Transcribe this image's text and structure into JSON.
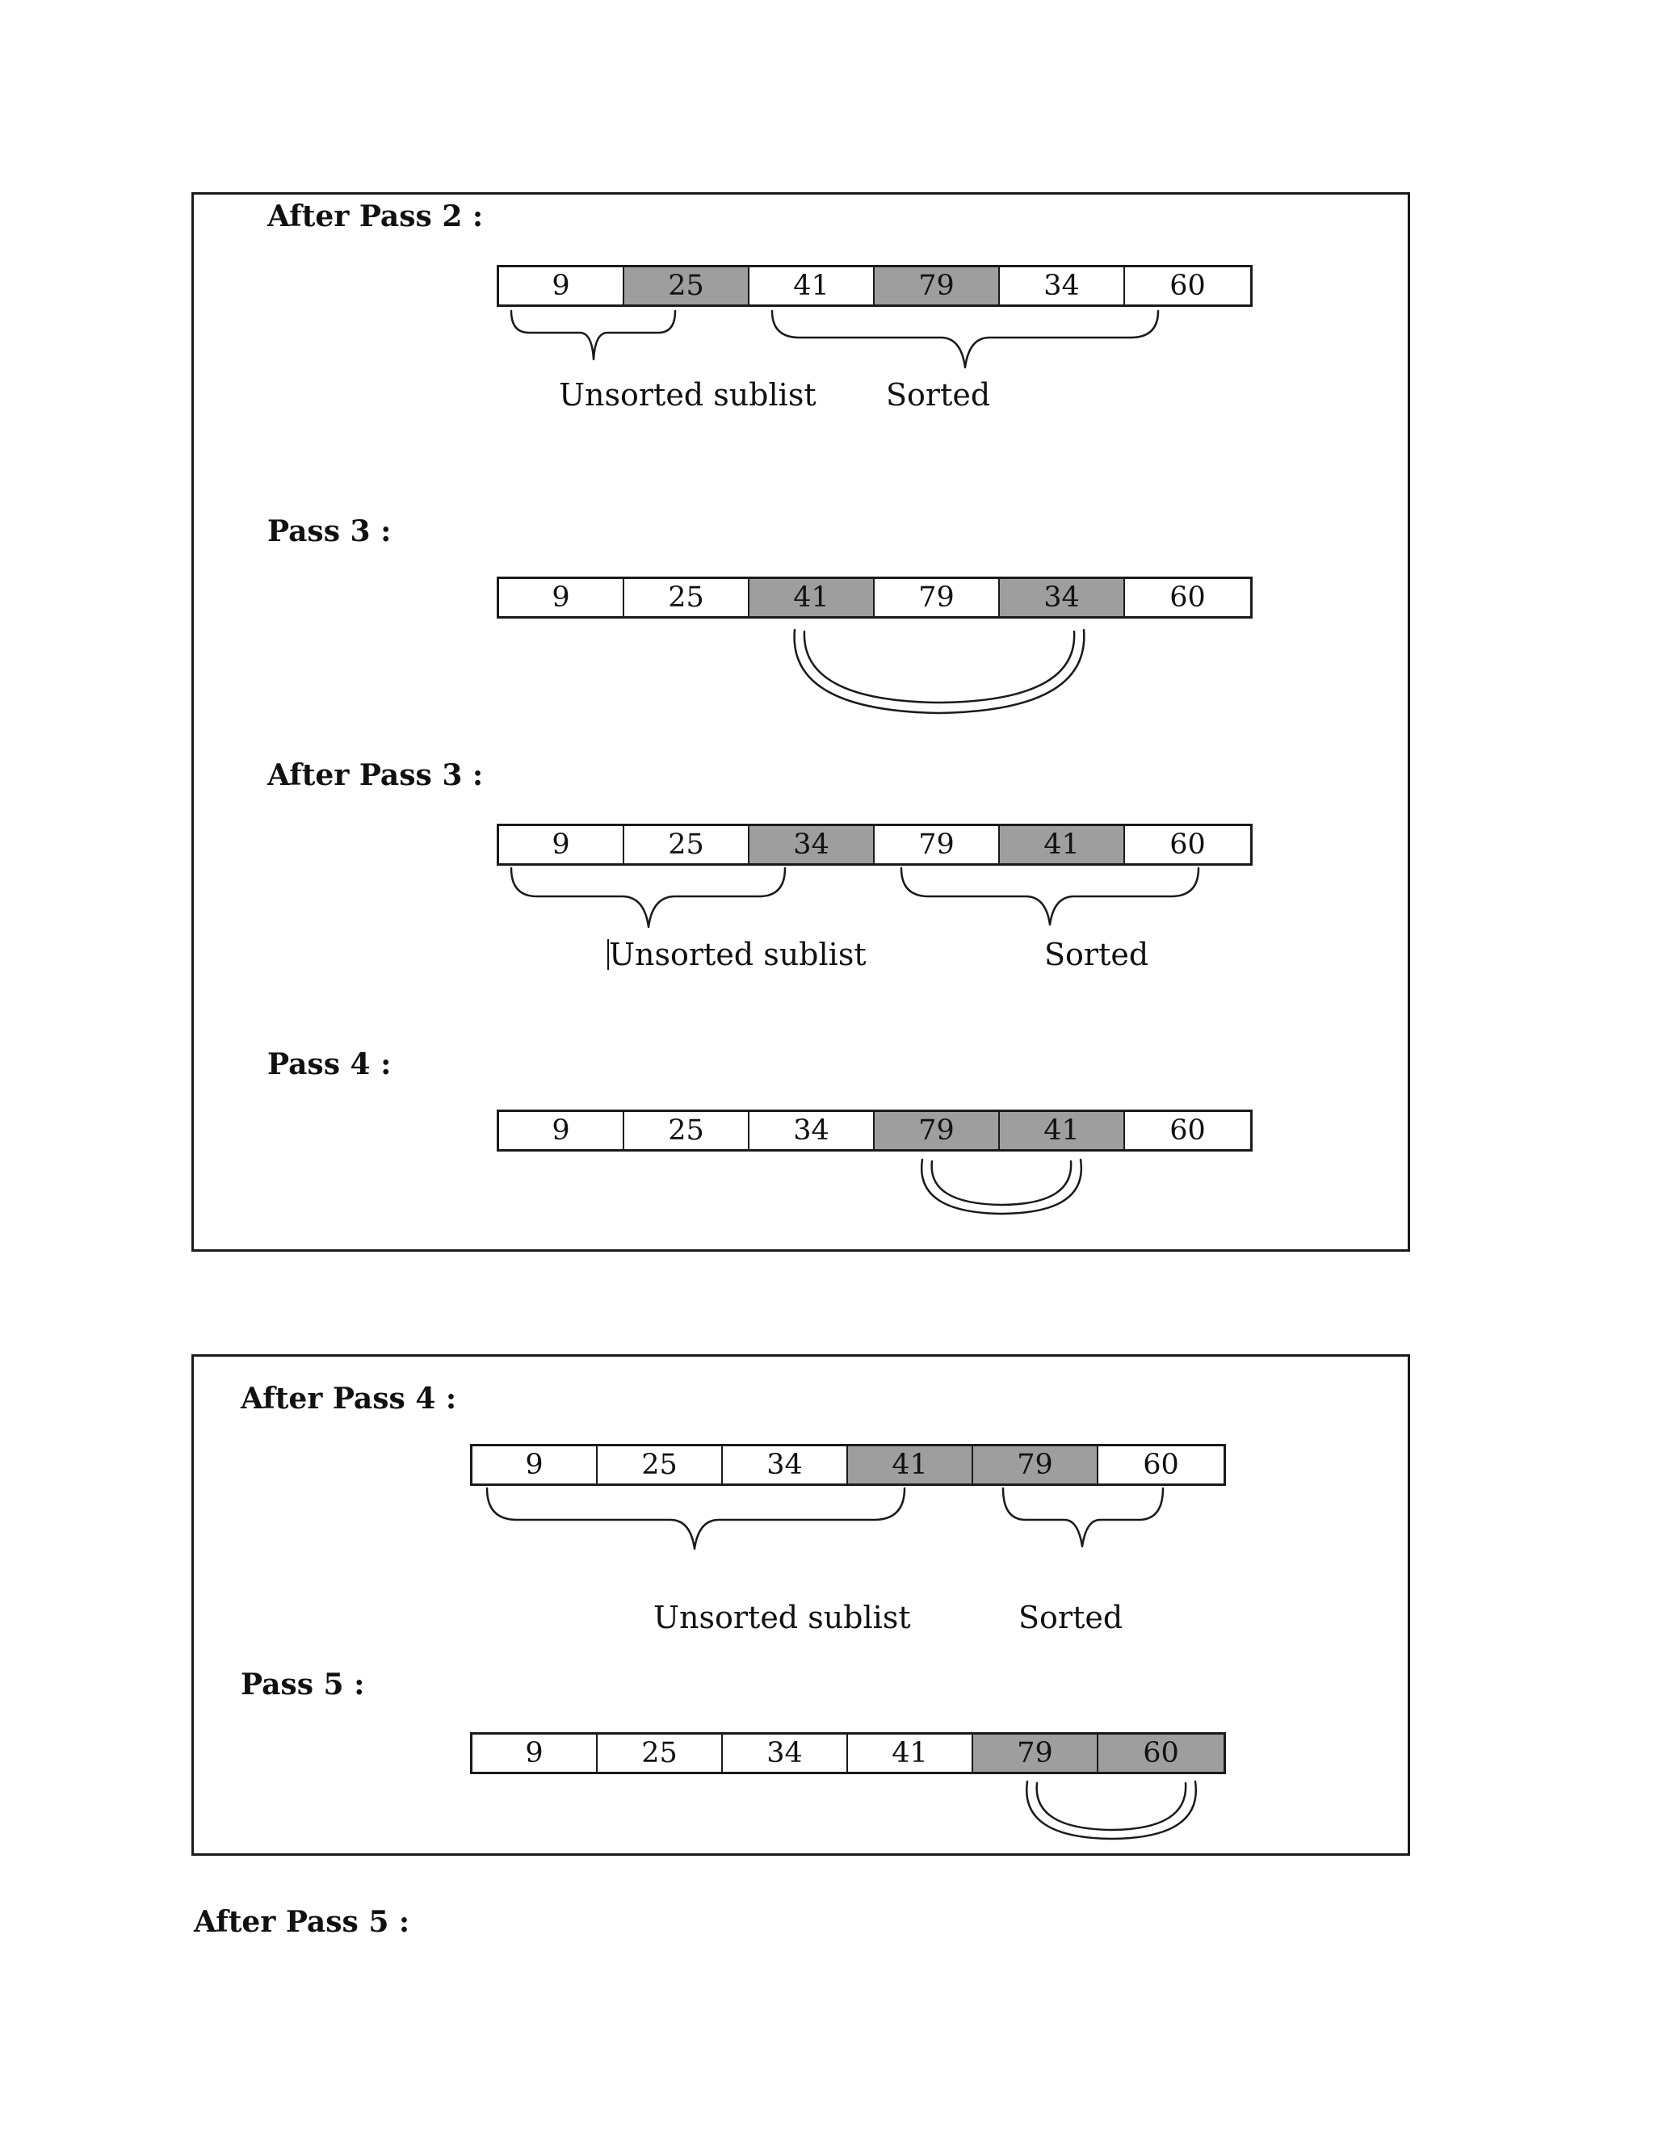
{
  "panel1": {
    "after_pass2": {
      "heading": "After Pass 2 :",
      "cells": [
        {
          "value": "9",
          "highlight": false
        },
        {
          "value": "25",
          "highlight": true
        },
        {
          "value": "41",
          "highlight": false
        },
        {
          "value": "79",
          "highlight": true
        },
        {
          "value": "34",
          "highlight": false
        },
        {
          "value": "60",
          "highlight": false
        }
      ],
      "label_unsorted": "Unsorted sublist",
      "label_sorted": "Sorted"
    },
    "pass3": {
      "heading": "Pass 3 :",
      "cells": [
        {
          "value": "9",
          "highlight": false
        },
        {
          "value": "25",
          "highlight": false
        },
        {
          "value": "41",
          "highlight": true
        },
        {
          "value": "79",
          "highlight": false
        },
        {
          "value": "34",
          "highlight": true
        },
        {
          "value": "60",
          "highlight": false
        }
      ]
    },
    "after_pass3": {
      "heading": "After Pass 3 :",
      "cells": [
        {
          "value": "9",
          "highlight": false
        },
        {
          "value": "25",
          "highlight": false
        },
        {
          "value": "34",
          "highlight": true
        },
        {
          "value": "79",
          "highlight": false
        },
        {
          "value": "41",
          "highlight": true
        },
        {
          "value": "60",
          "highlight": false
        }
      ],
      "label_unsorted": "Unsorted sublist",
      "label_sorted": "Sorted"
    },
    "pass4": {
      "heading": "Pass 4 :",
      "cells": [
        {
          "value": "9",
          "highlight": false
        },
        {
          "value": "25",
          "highlight": false
        },
        {
          "value": "34",
          "highlight": false
        },
        {
          "value": "79",
          "highlight": true
        },
        {
          "value": "41",
          "highlight": true
        },
        {
          "value": "60",
          "highlight": false
        }
      ]
    }
  },
  "panel2": {
    "after_pass4": {
      "heading": "After Pass 4 :",
      "cells": [
        {
          "value": "9",
          "highlight": false
        },
        {
          "value": "25",
          "highlight": false
        },
        {
          "value": "34",
          "highlight": false
        },
        {
          "value": "41",
          "highlight": true
        },
        {
          "value": "79",
          "highlight": true
        },
        {
          "value": "60",
          "highlight": false
        }
      ],
      "label_unsorted": "Unsorted sublist",
      "label_sorted": "Sorted"
    },
    "pass5": {
      "heading": "Pass 5 :",
      "cells": [
        {
          "value": "9",
          "highlight": false
        },
        {
          "value": "25",
          "highlight": false
        },
        {
          "value": "34",
          "highlight": false
        },
        {
          "value": "41",
          "highlight": false
        },
        {
          "value": "79",
          "highlight": true
        },
        {
          "value": "60",
          "highlight": true
        }
      ]
    }
  },
  "after_pass5": {
    "heading": "After Pass 5 :"
  },
  "colors": {
    "highlight": "#9e9e9e",
    "border": "#1a1a1a"
  }
}
